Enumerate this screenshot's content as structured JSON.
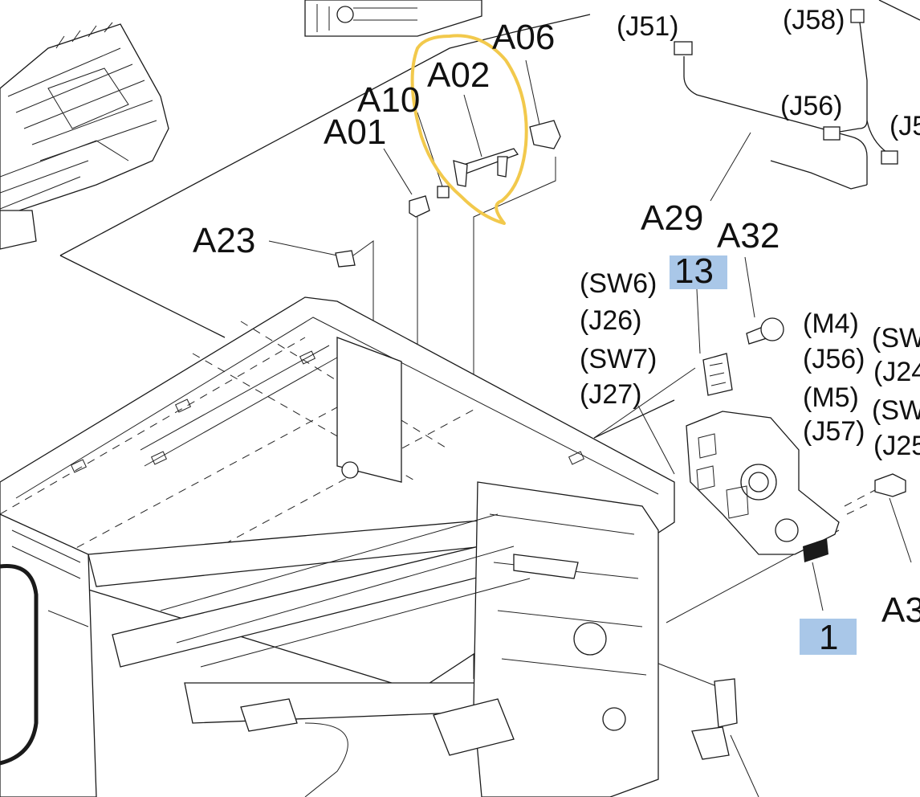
{
  "labels": {
    "a06": "A06",
    "a02": "A02",
    "a10": "A10",
    "a01": "A01",
    "a23": "A23",
    "a29": "A29",
    "a32": "A32",
    "a3x": "A3",
    "j51": "(J51)",
    "j58": "(J58)",
    "j56_top": "(J56)",
    "j5x": "(J5",
    "sw6": "(SW6)",
    "j26": "(J26)",
    "sw7": "(SW7)",
    "j27": "(J27)",
    "m4": "(M4)",
    "j56": "(J56)",
    "m5": "(M5)",
    "j57": "(J57)",
    "swa": "(SW",
    "j24": "(J24",
    "swb": "(SW",
    "j25": "(J25"
  },
  "callouts": {
    "c13": "13",
    "c1": "1"
  },
  "colors": {
    "highlight": "#a9c7e8",
    "annotation_circle": "#f2c94c",
    "line": "#1a1a1a"
  }
}
